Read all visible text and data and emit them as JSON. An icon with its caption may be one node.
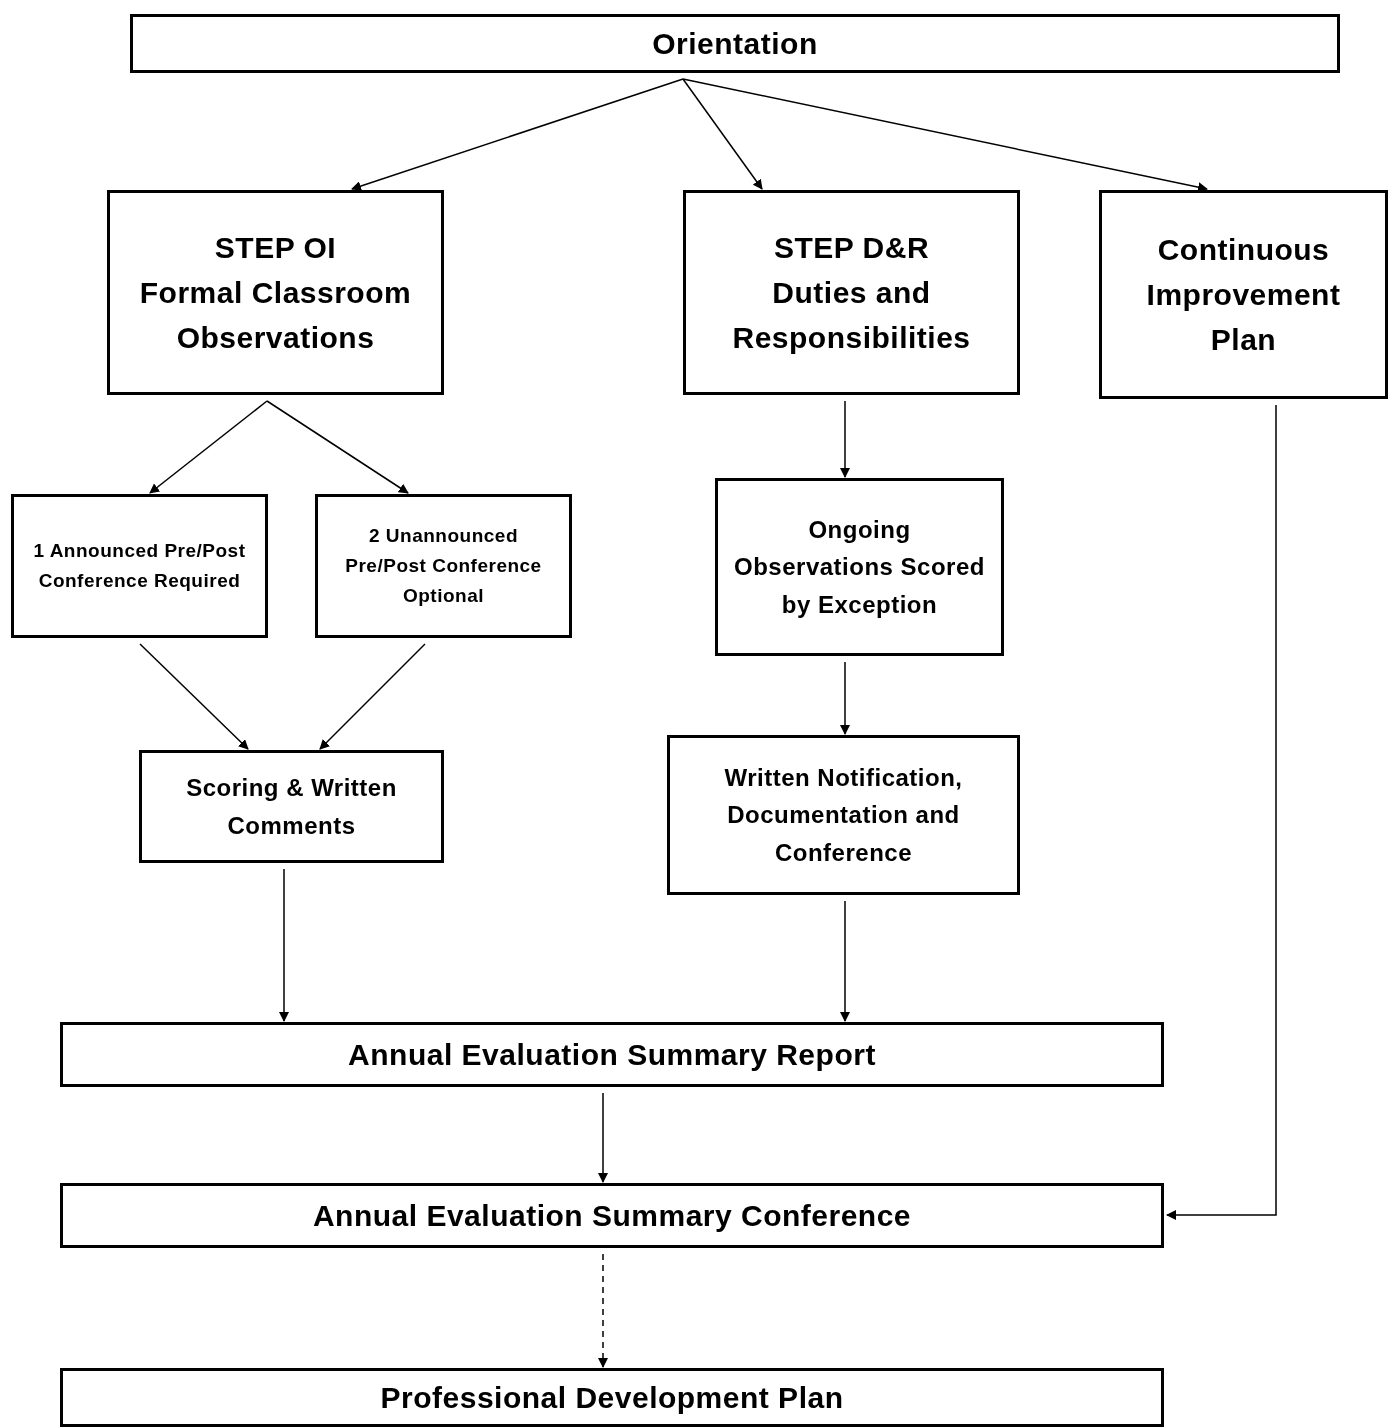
{
  "diagram": {
    "nodes": [
      {
        "text": [
          "Orientation"
        ]
      },
      {
        "text": [
          "STEP OI",
          "Formal Classroom Observations"
        ]
      },
      {
        "text": [
          "STEP D&R",
          "Duties and Responsibilities"
        ]
      },
      {
        "text": [
          "Continuous Improvement Plan"
        ]
      },
      {
        "text": [
          "1 Announced Pre/Post Conference Required"
        ]
      },
      {
        "text": [
          "2 Unannounced Pre/Post Conference Optional"
        ]
      },
      {
        "text": [
          "Ongoing Observations Scored by Exception"
        ]
      },
      {
        "text": [
          "Scoring & Written Comments"
        ]
      },
      {
        "text": [
          "Written Notification, Documentation and Conference"
        ]
      },
      {
        "text": [
          "Annual Evaluation Summary Report"
        ]
      },
      {
        "text": [
          "Annual Evaluation Summary Conference"
        ]
      },
      {
        "text": [
          "Professional Development Plan"
        ]
      }
    ],
    "edges": [
      {
        "from": 0,
        "to": 1,
        "arrow": "to"
      },
      {
        "from": 0,
        "to": 2,
        "arrow": "to"
      },
      {
        "from": 0,
        "to": 3,
        "arrow": "to"
      },
      {
        "from": 1,
        "to": 4,
        "arrow": "to"
      },
      {
        "from": 1,
        "to": 5,
        "arrow": "to"
      },
      {
        "from": 2,
        "to": 6,
        "arrow": "to"
      },
      {
        "from": 4,
        "to": 7,
        "arrow": "to"
      },
      {
        "from": 5,
        "to": 7,
        "arrow": "to"
      },
      {
        "from": 6,
        "to": 8,
        "arrow": "to"
      },
      {
        "from": 7,
        "to": 9,
        "arrow": "to"
      },
      {
        "from": 8,
        "to": 9,
        "arrow": "to"
      },
      {
        "from": 9,
        "to": 10,
        "arrow": "to"
      },
      {
        "from": 3,
        "to": 10,
        "arrow": "to"
      },
      {
        "from": 10,
        "to": 11,
        "arrow": "to",
        "style": "dashed"
      }
    ]
  }
}
